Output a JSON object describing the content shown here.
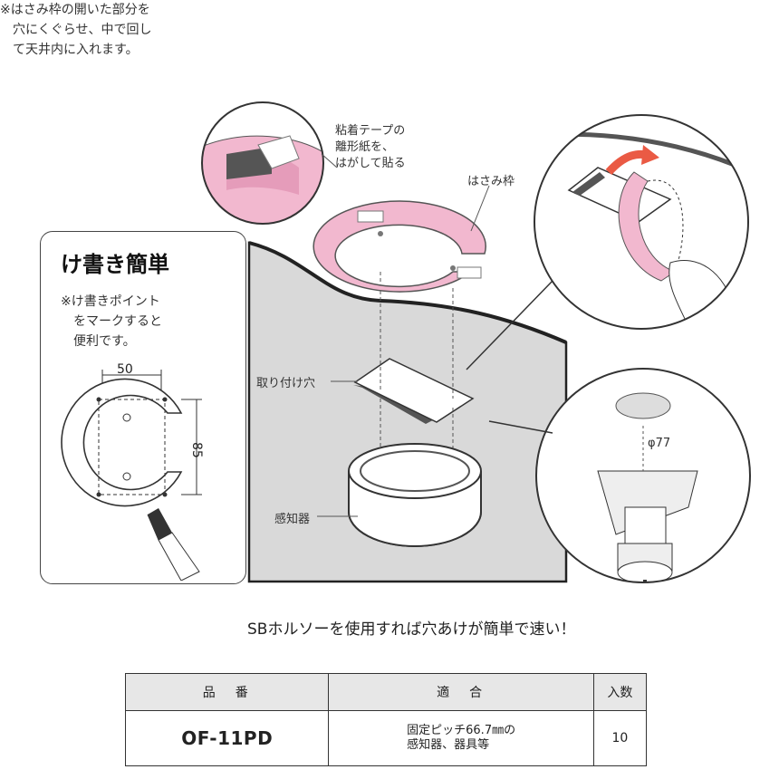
{
  "top_note": "※はさみ枠の開いた部分を\n　穴にくぐらせ、中で回し\n　て天井内に入れます。",
  "callouts": {
    "tape": "粘着テープの\n離形紙を、\nはがして貼る",
    "frame": "はさみ枠",
    "hole": "取り付け穴",
    "sensor": "感知器",
    "diameter": "φ77"
  },
  "panel": {
    "title": "け書き簡単",
    "note": "※け書きポイント\n　をマークすると\n　便利です。",
    "dim_width": "50",
    "dim_height": "85"
  },
  "caption": "SBホルソーを使用すれば穴あけが簡単で速い！",
  "table": {
    "headers": [
      "品　番",
      "適　合",
      "入数"
    ],
    "rows": [
      {
        "part_no": "OF-11PD",
        "fit": "固定ピッチ66.7㎜の\n感知器、器具等",
        "qty": "10"
      }
    ]
  },
  "colors": {
    "pink": "#f2b8cf",
    "pink_dark": "#d98aa8",
    "ceiling": "#d9d9d9",
    "arrow": "#ea5a44"
  }
}
